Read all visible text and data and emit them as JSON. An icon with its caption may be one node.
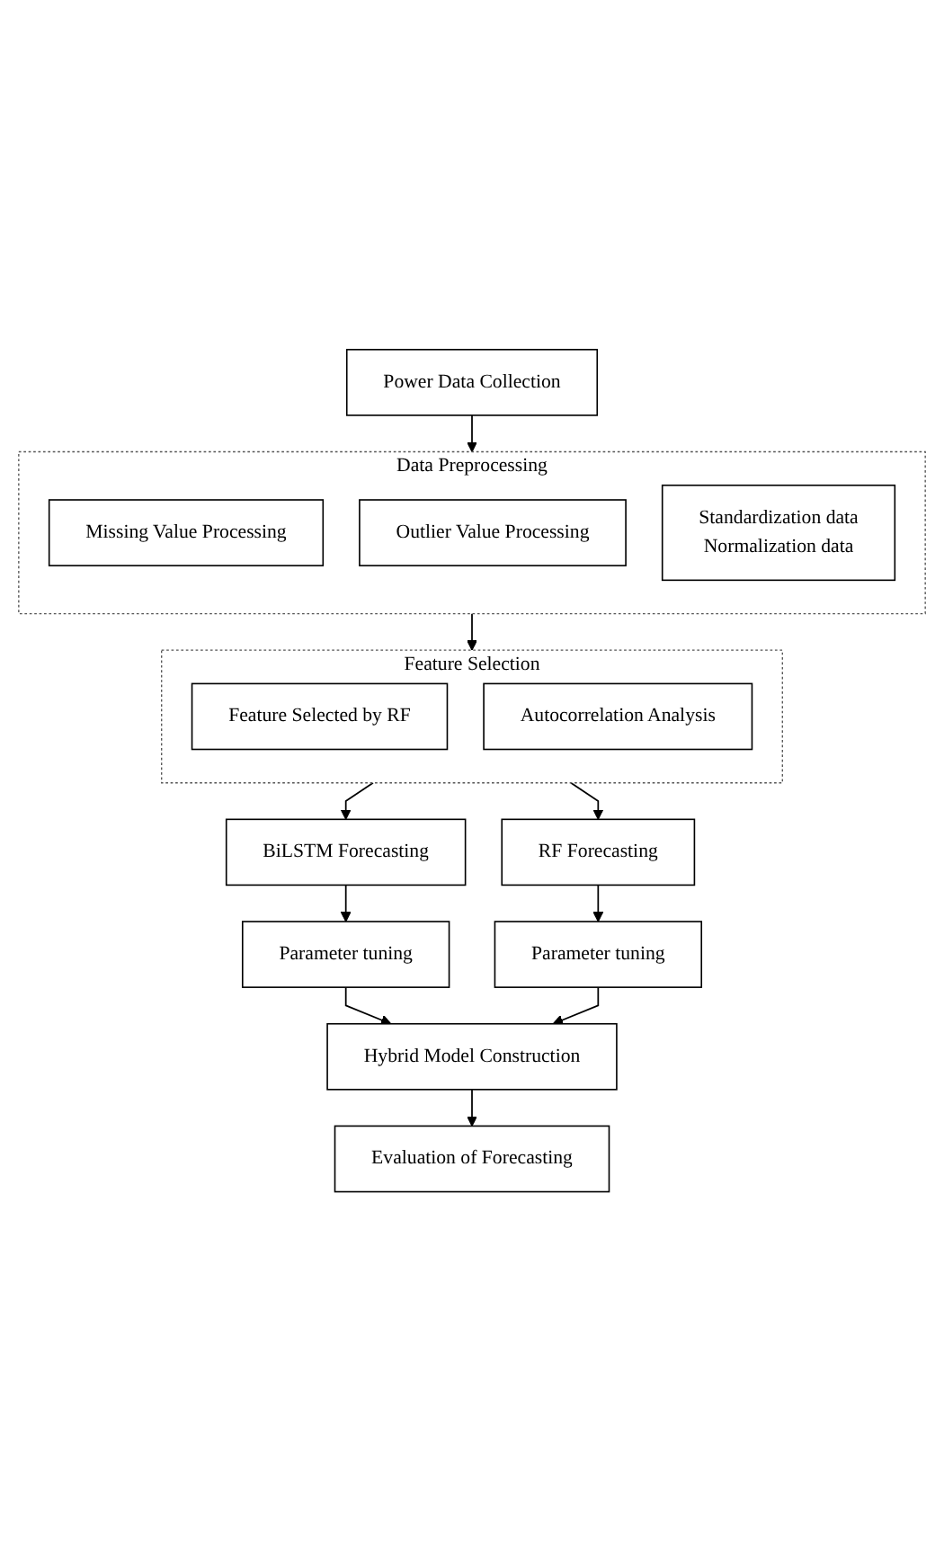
{
  "diagram": {
    "nodes": [
      {
        "text": [
          "Power Data Collection"
        ]
      },
      {
        "text": [
          "Data Preprocessing"
        ]
      },
      {
        "text": [
          "Missing Value Processing"
        ],
        "in": 1
      },
      {
        "text": [
          "Outlier Value Processing"
        ],
        "in": 1
      },
      {
        "text": [
          "Standardization data",
          "Normalization data"
        ],
        "in": 1
      },
      {
        "text": [
          "Feature Selection"
        ]
      },
      {
        "text": [
          "Feature Selected by RF"
        ],
        "in": 5
      },
      {
        "text": [
          "Autocorrelation Analysis"
        ],
        "in": 5
      },
      {
        "text": [
          "BiLSTM Forecasting"
        ]
      },
      {
        "text": [
          "Parameter tuning"
        ]
      },
      {
        "text": [
          "RF Forecasting"
        ]
      },
      {
        "text": [
          "Parameter tuning"
        ]
      },
      {
        "text": [
          "Hybrid Model Construction"
        ]
      },
      {
        "text": [
          "Evaluation of Forecasting"
        ]
      }
    ],
    "edges": [
      {
        "from": 0,
        "to": 1,
        "arrow": "to"
      },
      {
        "from": 1,
        "to": 5,
        "arrow": "to"
      },
      {
        "from": 5,
        "to": 8,
        "arrow": "to"
      },
      {
        "from": 5,
        "to": 10,
        "arrow": "to"
      },
      {
        "from": 8,
        "to": 9,
        "arrow": "to"
      },
      {
        "from": 10,
        "to": 11,
        "arrow": "to"
      },
      {
        "from": 9,
        "to": 12,
        "arrow": "to"
      },
      {
        "from": 11,
        "to": 12,
        "arrow": "to"
      },
      {
        "from": 12,
        "to": 13,
        "arrow": "to"
      }
    ]
  }
}
